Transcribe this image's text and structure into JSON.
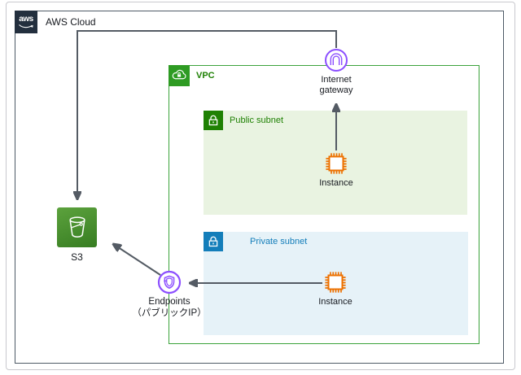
{
  "nodes": {
    "aws_cloud": {
      "label": "AWS Cloud"
    },
    "vpc": {
      "label": "VPC"
    },
    "public_subnet": {
      "label": "Public subnet"
    },
    "private_subnet": {
      "label": "Private subnet"
    },
    "internet_gateway": {
      "line1": "Internet",
      "line2": "gateway"
    },
    "instance_public": {
      "label": "Instance"
    },
    "instance_private": {
      "label": "Instance"
    },
    "s3": {
      "label": "S3"
    },
    "endpoints": {
      "line1": "Endpoints",
      "line2": "（パブリックIP）"
    }
  },
  "logo_text": "aws",
  "edges": [
    {
      "from": "internet-gateway",
      "to": "s3",
      "style": "elbow-over-top",
      "arrowhead_at": "s3"
    },
    {
      "from": "instance-public",
      "to": "internet-gateway",
      "style": "straight-up",
      "arrowhead_at": "internet-gateway"
    },
    {
      "from": "instance-private",
      "to": "endpoints",
      "style": "straight-left",
      "arrowhead_at": "endpoints"
    },
    {
      "from": "endpoints",
      "to": "s3",
      "style": "diagonal",
      "arrowhead_at": "s3"
    }
  ],
  "icons": {
    "aws_logo": "aws-smile-logo",
    "vpc": "cloud-lock-icon",
    "public_subnet": "padlock-icon",
    "private_subnet": "padlock-icon",
    "internet_gateway": "gateway-arch-icon",
    "instance": "cpu-chip-icon",
    "s3": "bucket-icon",
    "endpoints": "shield-endpoint-icon"
  },
  "colors": {
    "text": "#16191F",
    "frame": "#C9C9CE",
    "cloud_border": "#4E5A66",
    "aws_dark": "#232F3E",
    "vpc_border": "#3CA33C",
    "vpc_icon_bg": "#2E9B23",
    "green_dark": "#1F8104",
    "public_subnet_bg": "#E9F3E1",
    "private_subnet_bg": "#E6F2F8",
    "blue": "#147EBA",
    "orange": "#ED7100",
    "purple": "#8C4FFF",
    "arrow": "#545B64",
    "s3_grad_1": "#5CA23D",
    "s3_grad_2": "#377D22"
  }
}
